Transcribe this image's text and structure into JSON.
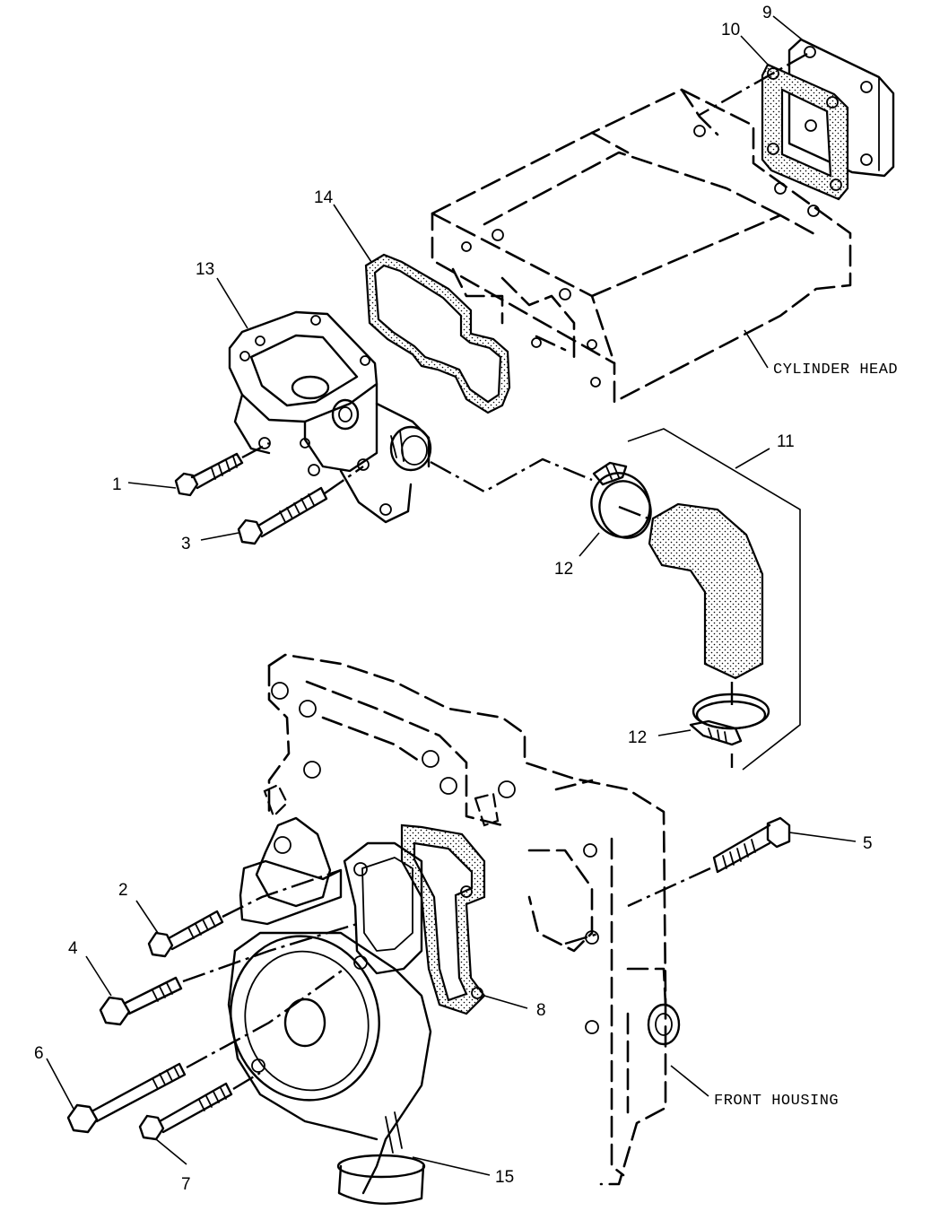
{
  "callouts": {
    "c1": "1",
    "c2": "2",
    "c3": "3",
    "c4": "4",
    "c5": "5",
    "c6": "6",
    "c7": "7",
    "c8": "8",
    "c9": "9",
    "c10": "10",
    "c11": "11",
    "c12a": "12",
    "c12b": "12",
    "c13": "13",
    "c14": "14",
    "c15": "15"
  },
  "labels": {
    "cylinder_head": "CYLINDER HEAD",
    "front_housing": "FRONT HOUSING"
  }
}
